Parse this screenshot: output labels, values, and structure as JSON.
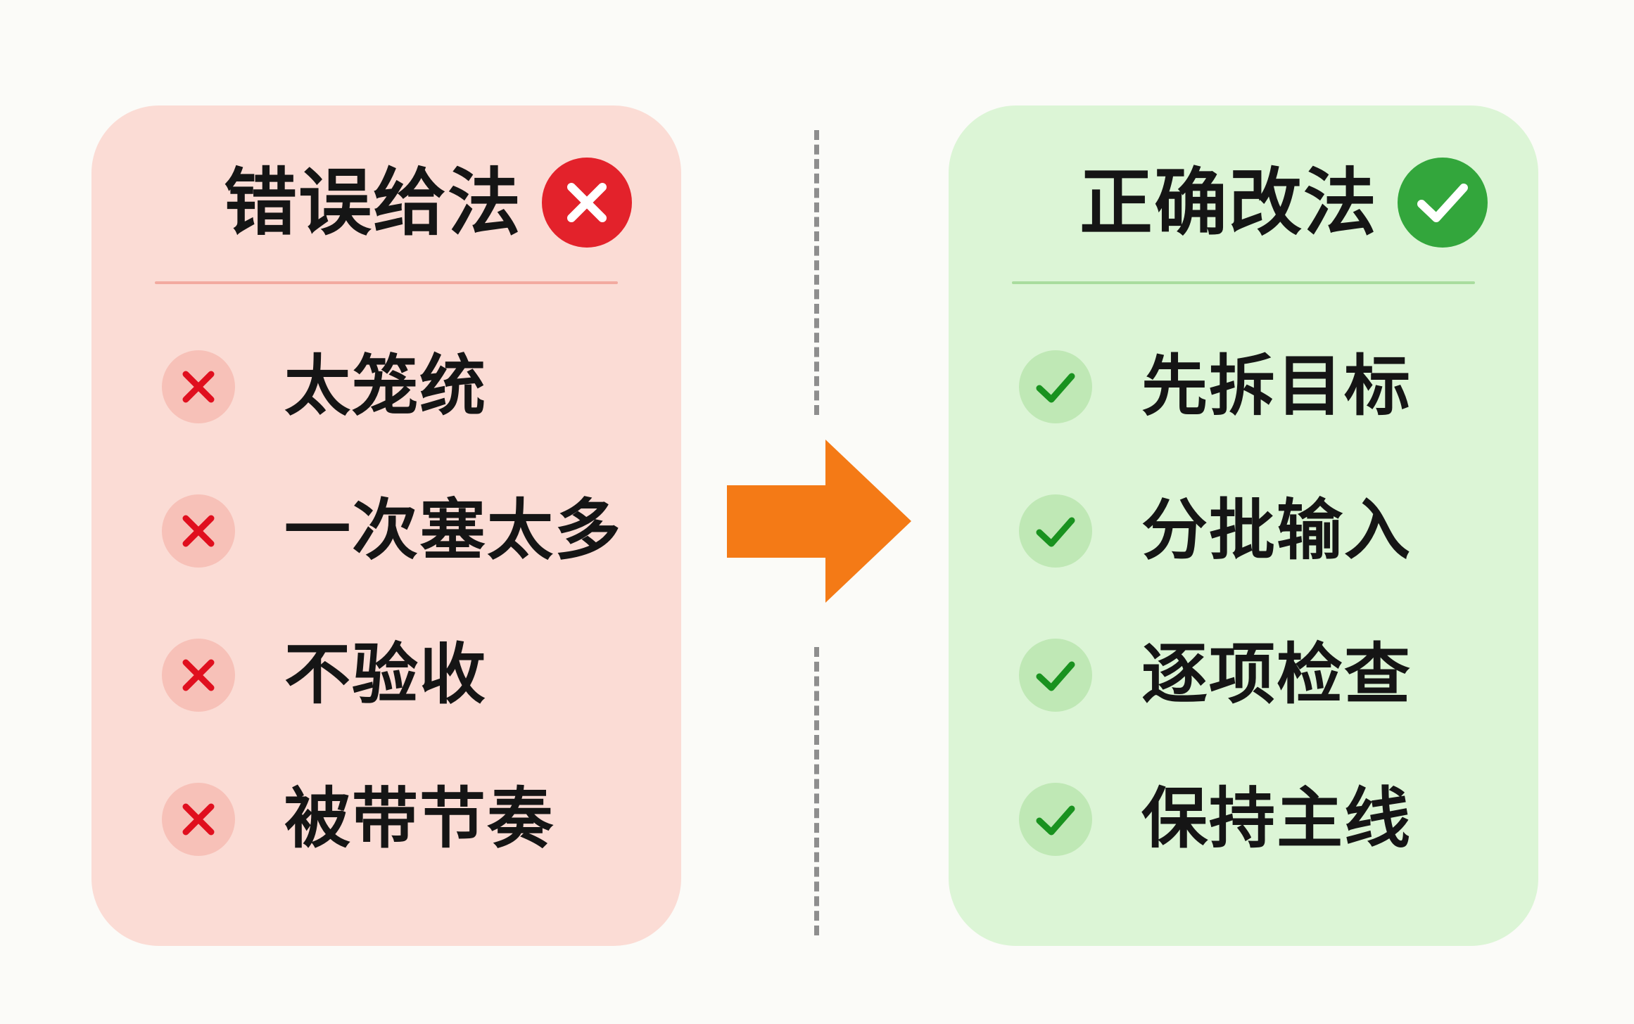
{
  "colors": {
    "page_background": "#fbfbf8",
    "wrong_panel": "#fbdcd5",
    "right_panel": "#dcf5d6",
    "wrong_badge": "#e3222b",
    "right_badge": "#33a63c",
    "arrow": "#f47a16",
    "divider": "#8e8e8e"
  },
  "wrong_panel": {
    "title": "错误给法",
    "title_icon": "x-circle-icon",
    "items": [
      {
        "icon": "x-mark-icon",
        "label": "太笼统"
      },
      {
        "icon": "x-mark-icon",
        "label": "一次塞太多"
      },
      {
        "icon": "x-mark-icon",
        "label": "不验收"
      },
      {
        "icon": "x-mark-icon",
        "label": "被带节奏"
      }
    ]
  },
  "center": {
    "icon": "right-arrow-icon"
  },
  "right_panel": {
    "title": "正确改法",
    "title_icon": "check-circle-icon",
    "items": [
      {
        "icon": "check-mark-icon",
        "label": "先拆目标"
      },
      {
        "icon": "check-mark-icon",
        "label": "分批输入"
      },
      {
        "icon": "check-mark-icon",
        "label": "逐项检查"
      },
      {
        "icon": "check-mark-icon",
        "label": "保持主线"
      }
    ]
  }
}
